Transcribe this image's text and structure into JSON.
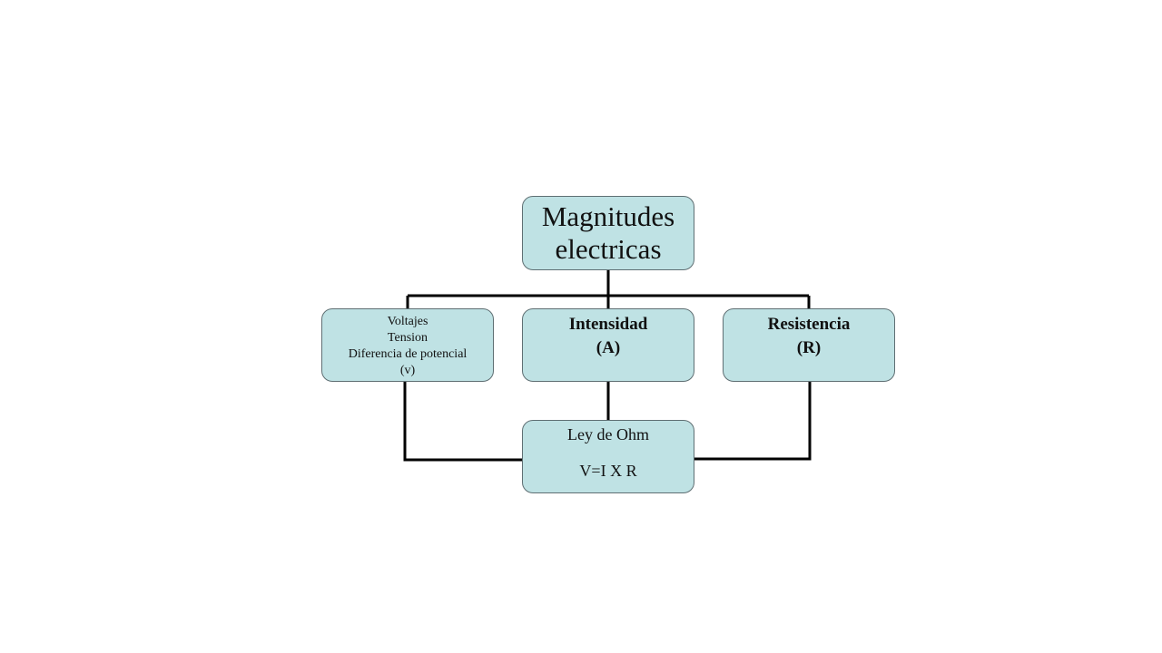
{
  "diagram": {
    "root": {
      "lines": [
        "Magnitudes",
        "electricas"
      ]
    },
    "voltage": {
      "lines": [
        "Voltajes",
        "Tension",
        "Diferencia de potencial",
        "(v)"
      ]
    },
    "intensity": {
      "lines": [
        "Intensidad",
        "(A)"
      ]
    },
    "resistance": {
      "lines": [
        "Resistencia",
        "(R)"
      ]
    },
    "ohm": {
      "lines": [
        "Ley de Ohm",
        "V=I X R"
      ]
    },
    "colors": {
      "box_fill": "#bfe2e4",
      "box_border": "#5f6f73",
      "connector": "#000000"
    }
  }
}
